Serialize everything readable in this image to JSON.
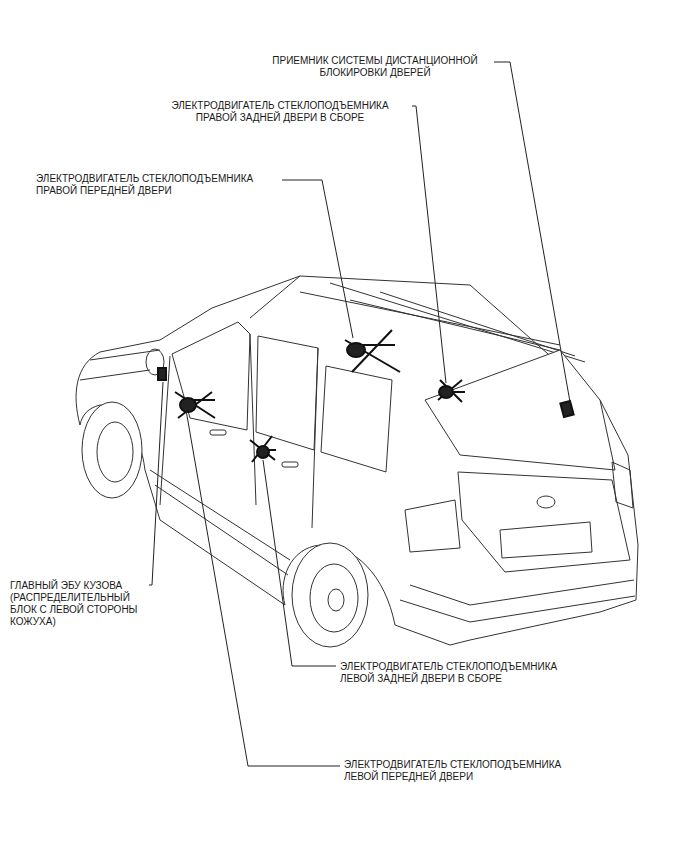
{
  "diagram": {
    "labels": [
      "ПРИЕМНИК СИСТЕМЫ ДИСТАНЦИОННОЙ БЛОКИРОВКИ ДВЕРЕЙ",
      "ЭЛЕКТРОДВИГАТЕЛЬ СТЕКЛОПОДЪЕМНИКА ПРАВОЙ ЗАДНЕЙ ДВЕРИ В СБОРЕ",
      "ЭЛЕКТРОДВИГАТЕЛЬ СТЕКЛОПОДЪЕМНИКА ПРАВОЙ ПЕРЕДНЕЙ ДВЕРИ",
      "ГЛАВНЫЙ ЭБУ КУЗОВА (РАСПРЕДЕЛИТЕЛЬНЫЙ БЛОК С ЛЕВОЙ СТОРОНЫ КОЖУХА)",
      "ЭЛЕКТРОДВИГАТЕЛЬ СТЕКЛОПОДЪЕМНИКА ЛЕВОЙ ЗАДНЕЙ ДВЕРИ В СБОРЕ",
      "ЭЛЕКТРОДВИГАТЕЛЬ СТЕКЛОПОДЪЕМНИКА ЛЕВОЙ ПЕРЕДНЕЙ ДВЕРИ"
    ]
  }
}
